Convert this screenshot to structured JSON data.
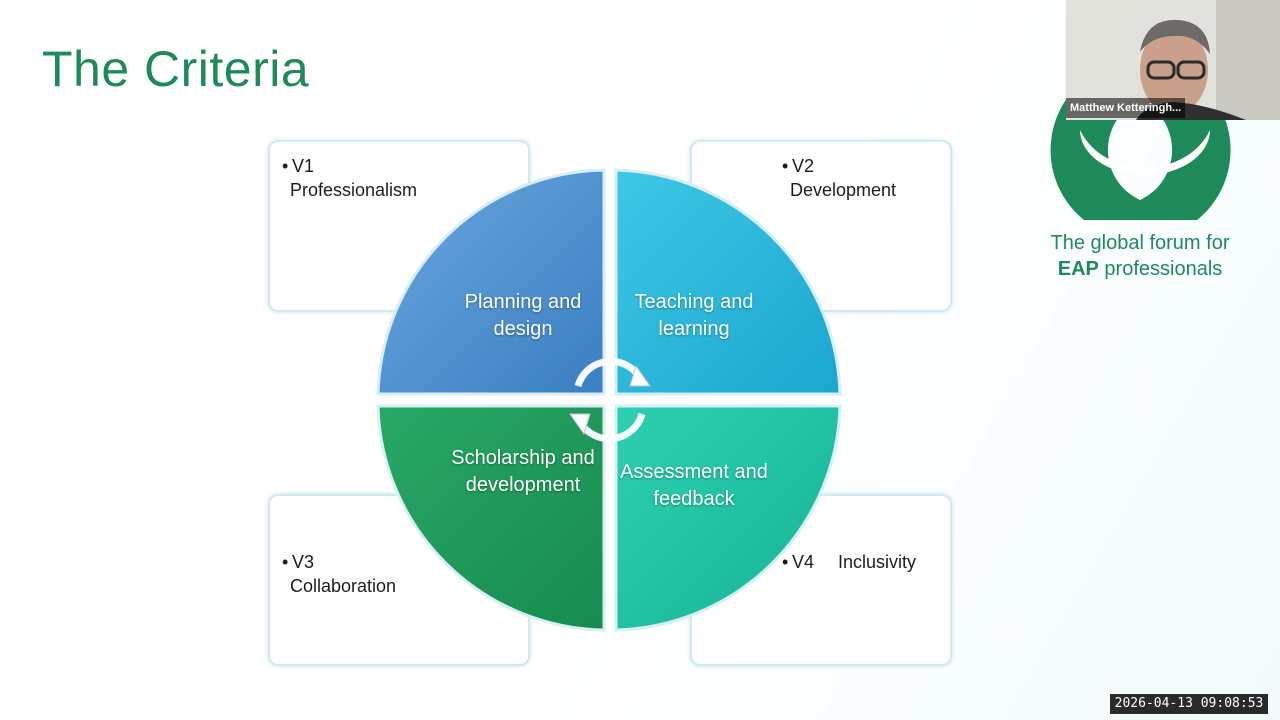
{
  "slide": {
    "title": "The Criteria",
    "values": [
      {
        "code": "V1",
        "text": "Professionalism"
      },
      {
        "code": "V2",
        "text": "Development"
      },
      {
        "code": "V3",
        "text": "Collaboration"
      },
      {
        "code": "V4",
        "text": "Inclusivity"
      }
    ],
    "quadrants": [
      {
        "label": "Planning and design",
        "color": "#4a8fd0"
      },
      {
        "label": "Teaching and learning",
        "color": "#22b6da"
      },
      {
        "label": "Scholarship and development",
        "color": "#1f9a5c"
      },
      {
        "label": "Assessment and feedback",
        "color": "#1dc1a6"
      }
    ]
  },
  "branding": {
    "tagline_line1": "The global forum for",
    "tagline_bold": "EAP",
    "tagline_rest": " professionals",
    "logo_color": "#1e8a5a"
  },
  "video_tile": {
    "participant_name": "Matthew Ketteringh..."
  },
  "timestamp": "2026-04-13 09:08:53"
}
